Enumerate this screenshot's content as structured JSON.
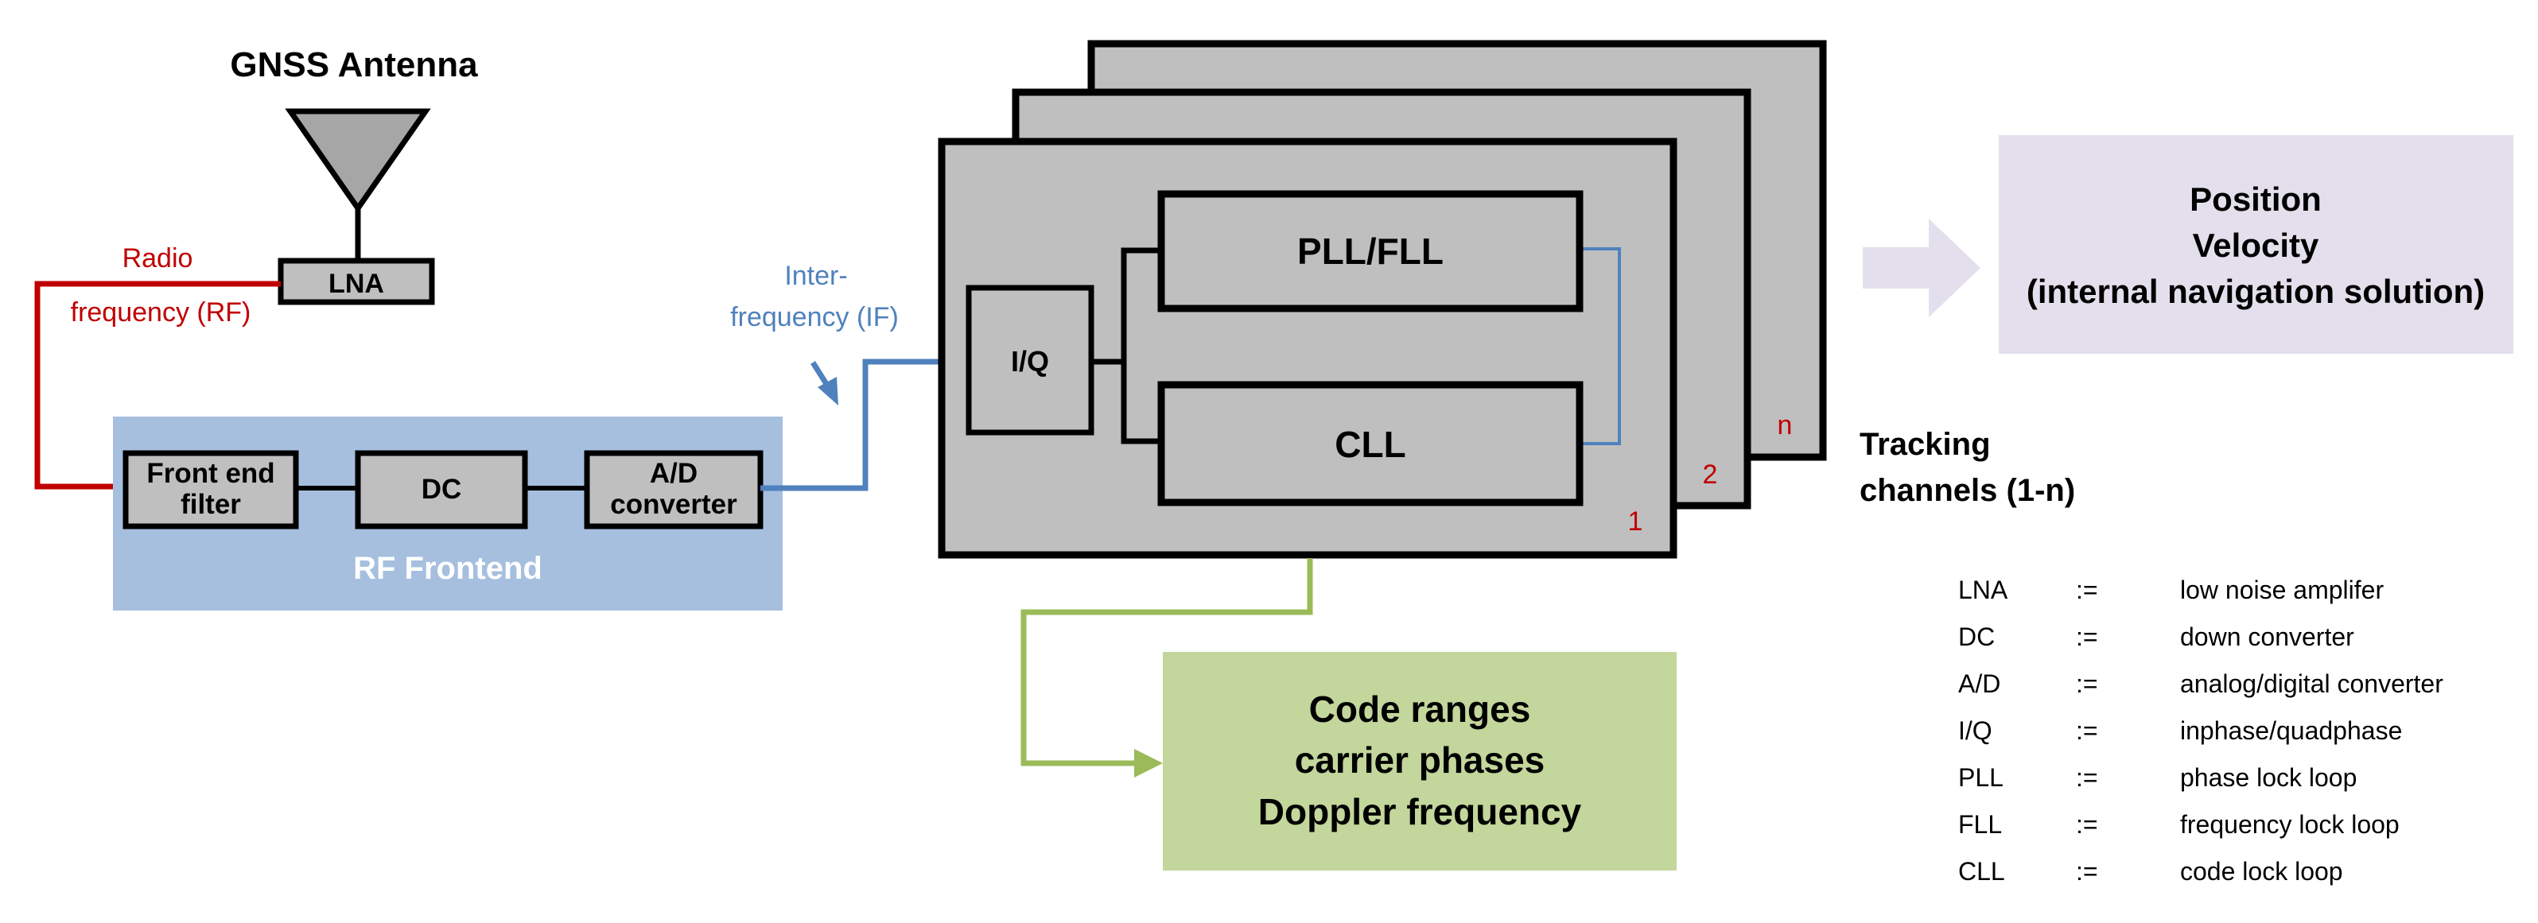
{
  "antenna": {
    "title": "GNSS Antenna",
    "lna_label": "LNA"
  },
  "rf_signal": {
    "line1": "Radio",
    "line2": "frequency (RF)",
    "color": "#c00000"
  },
  "if_signal": {
    "line1": "Inter-",
    "line2": "frequency (IF)",
    "color": "#4f81bd"
  },
  "rf_frontend": {
    "label": "RF Frontend",
    "fill": "#a6bfdf",
    "blocks": [
      {
        "line1": "Front end",
        "line2": "filter"
      },
      {
        "line1": "DC",
        "line2": ""
      },
      {
        "line1": "A/D",
        "line2": "converter"
      }
    ]
  },
  "tracking": {
    "iq_label": "I/Q",
    "pll_label": "PLL/FLL",
    "cll_label": "CLL",
    "channel_numbers": [
      "1",
      "2",
      "n"
    ],
    "caption_line1": "Tracking",
    "caption_line2": "channels (1-n)",
    "channel_fill": "#bfbfbf"
  },
  "navigation": {
    "lines": [
      "Position",
      "Velocity",
      "(internal navigation solution)"
    ],
    "fill": "#e4dfec",
    "arrow_color": "#e4dfec"
  },
  "observables": {
    "lines": [
      "Code ranges",
      "carrier phases",
      "Doppler frequency"
    ],
    "fill": "#c3d69b",
    "arrow_color": "#9bbb59"
  },
  "legend": [
    {
      "abbr": "LNA",
      "sep": ":=",
      "desc": "low noise amplifer"
    },
    {
      "abbr": "DC",
      "sep": ":=",
      "desc": "down converter"
    },
    {
      "abbr": "A/D",
      "sep": ":=",
      "desc": "analog/digital converter"
    },
    {
      "abbr": "I/Q",
      "sep": ":=",
      "desc": "inphase/quadphase"
    },
    {
      "abbr": "PLL",
      "sep": ":=",
      "desc": "phase lock loop"
    },
    {
      "abbr": "FLL",
      "sep": ":=",
      "desc": "frequency lock loop"
    },
    {
      "abbr": "CLL",
      "sep": ":=",
      "desc": "code lock loop"
    }
  ]
}
